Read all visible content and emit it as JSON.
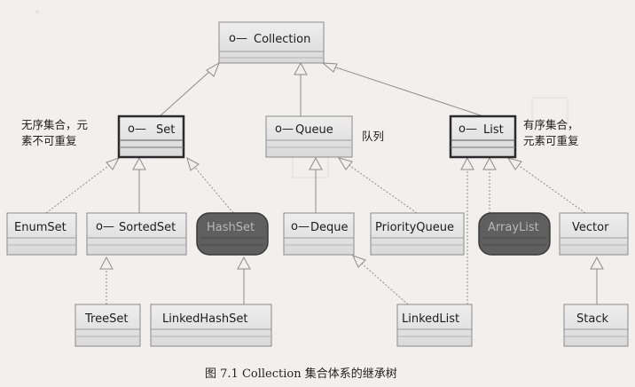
{
  "diagram": {
    "nodes": {
      "collection": "Collection",
      "set": "Set",
      "queue": "Queue",
      "list": "List",
      "enumset": "EnumSet",
      "sortedset": "SortedSet",
      "hashset": "HashSet",
      "deque": "Deque",
      "priorityqueue": "PriorityQueue",
      "arraylist": "ArrayList",
      "vector": "Vector",
      "treeset": "TreeSet",
      "linkedhashset": "LinkedHashSet",
      "linkedlist": "LinkedList",
      "stack": "Stack"
    },
    "interface_marker": "o—",
    "annotations": {
      "set_note_line1": "无序集合，元",
      "set_note_line2": "素不可重复",
      "queue_note": "队列",
      "list_note_line1": "有序集合，",
      "list_note_line2": "元素可重复"
    },
    "caption": "图 7.1 Collection 集合体系的继承树",
    "colors": {
      "box_fill": "#e4e4e4",
      "box_stroke": "#8a8a8a",
      "bold_stroke": "#2a2a2a",
      "highlight_fill": "#5f5f5f",
      "line": "#8c8c8c",
      "background": "#f1f0ec"
    }
  }
}
